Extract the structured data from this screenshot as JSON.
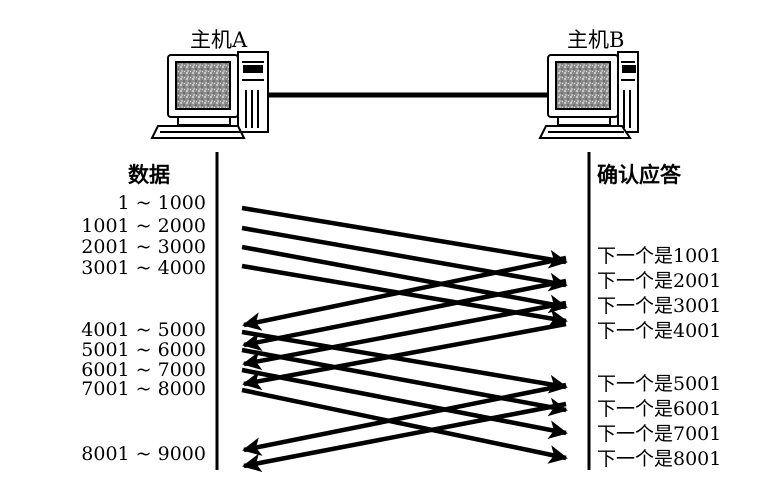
{
  "hosts": {
    "a_label": "主机A",
    "b_label": "主机B"
  },
  "left_title": "数据",
  "right_title": "确认应答",
  "segments": [
    "1 ~ 1000",
    "1001 ~ 2000",
    "2001 ~ 3000",
    "3001 ~ 4000",
    "4001 ~ 5000",
    "5001 ~ 6000",
    "6001 ~ 7000",
    "7001 ~ 8000",
    "8001 ~ 9000"
  ],
  "acks": [
    "下一个是1001",
    "下一个是2001",
    "下一个是3001",
    "下一个是4001",
    "下一个是5001",
    "下一个是6001",
    "下一个是7001",
    "下一个是8001"
  ],
  "colors": {
    "ink": "#000000",
    "screen": "#9a9a9a",
    "background": "#ffffff"
  }
}
